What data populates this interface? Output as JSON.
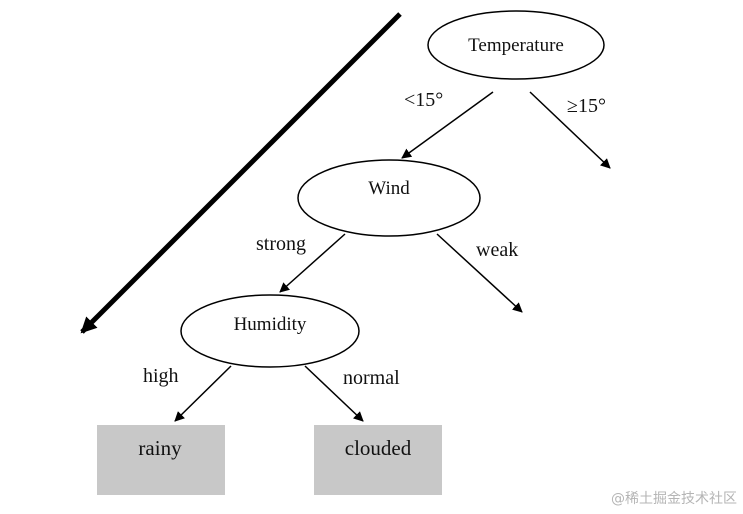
{
  "nodes": {
    "temperature": "Temperature",
    "wind": "Wind",
    "humidity": "Humidity"
  },
  "edges": {
    "temp_low": "<15°",
    "temp_high": "≥15°",
    "wind_strong": "strong",
    "wind_weak": "weak",
    "humidity_high": "high",
    "humidity_normal": "normal"
  },
  "leaves": {
    "rainy": "rainy",
    "clouded": "clouded"
  },
  "colors": {
    "leaf_fill": "#c8c8c8",
    "line": "#000000"
  },
  "watermark": "@稀土掘金技术社区"
}
